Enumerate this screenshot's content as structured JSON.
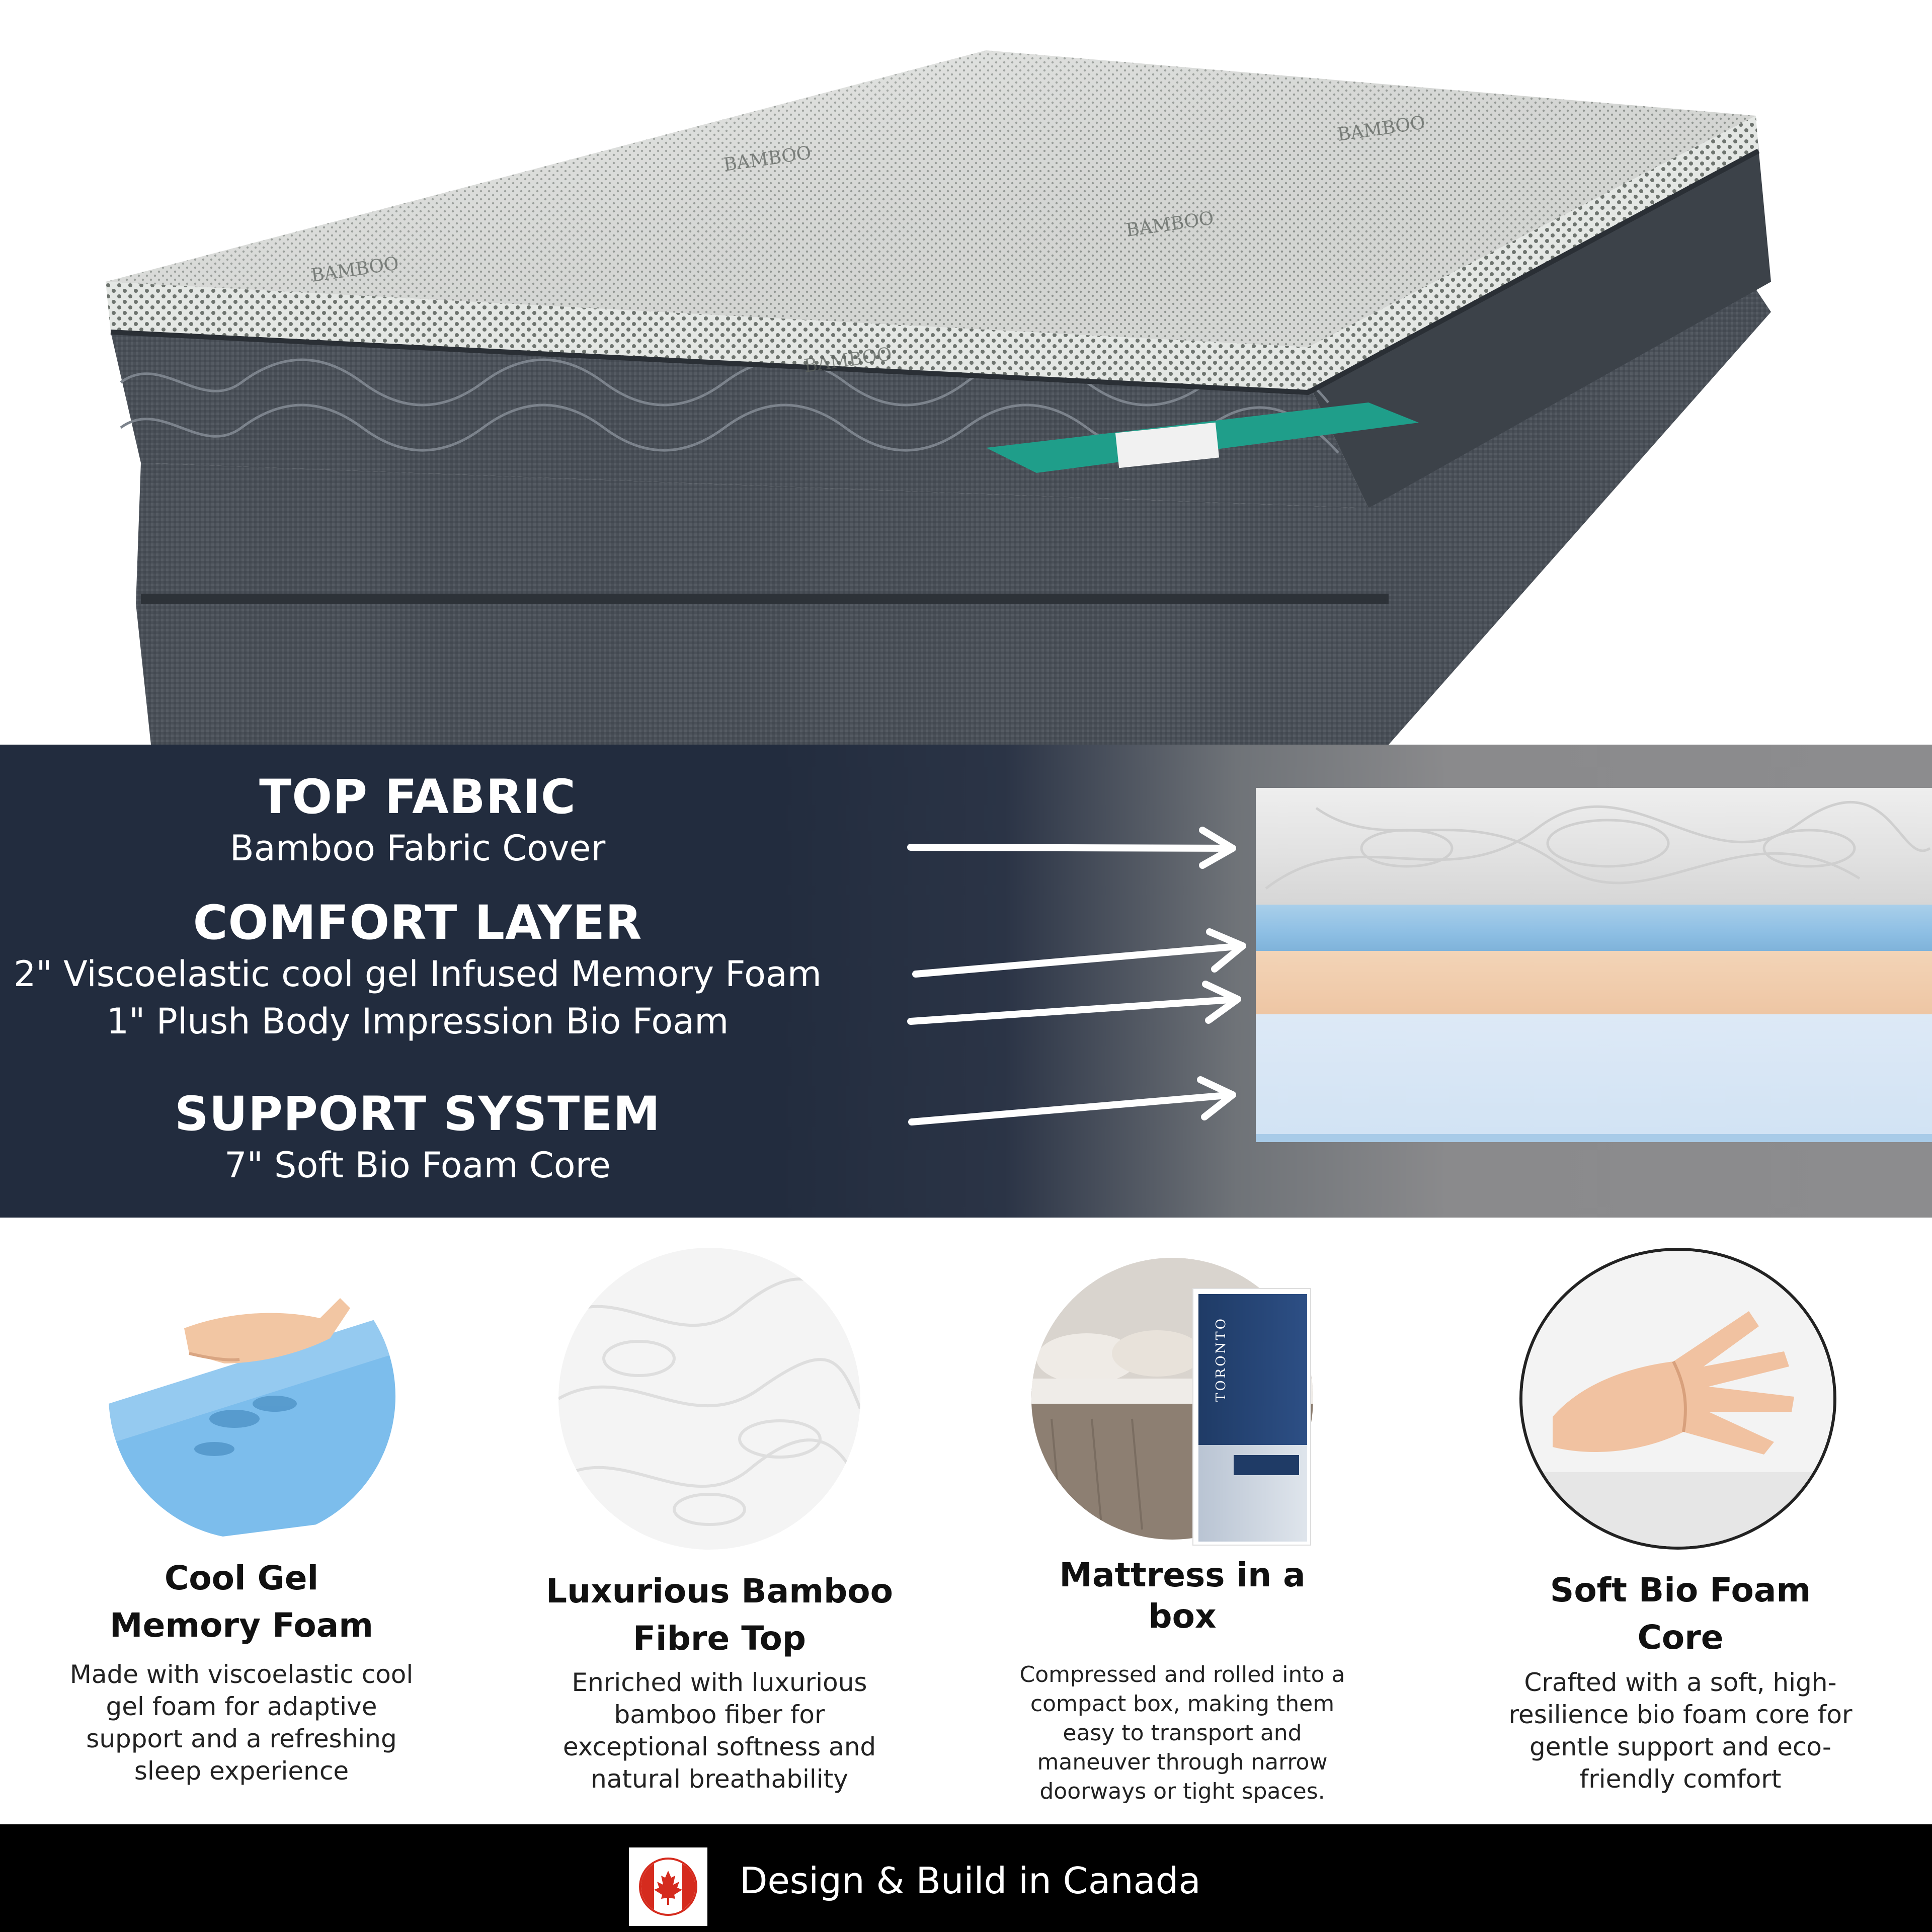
{
  "layers": {
    "top_fabric": {
      "title": "TOP FABRIC",
      "desc": "Bamboo Fabric Cover"
    },
    "comfort_layer": {
      "title": "COMFORT LAYER",
      "desc_1": "2\" Viscoelastic cool gel Infused Memory Foam",
      "desc_2": "1\" Plush Body Impression Bio Foam"
    },
    "support_system": {
      "title": "SUPPORT SYSTEM",
      "desc": "7\" Soft Bio Foam Core"
    }
  },
  "features": [
    {
      "title_line_1": "Cool Gel",
      "title_line_2": "Memory Foam",
      "desc": [
        "Made with viscoelastic cool",
        "gel foam for adaptive",
        "support and a refreshing",
        "sleep experience"
      ]
    },
    {
      "title_line_1": "Luxurious Bamboo",
      "title_line_2": "Fibre Top",
      "desc": [
        "Enriched with luxurious",
        "bamboo fiber for",
        "exceptional softness and",
        "natural breathability"
      ]
    },
    {
      "title_line_1": "Mattress in a",
      "title_line_2": "box",
      "box_label": "TORONTO",
      "desc": [
        "Compressed and rolled into a",
        "compact box, making them",
        "easy to transport and",
        "maneuver through narrow",
        "doorways or tight spaces."
      ]
    },
    {
      "title_line_1": "Soft Bio Foam",
      "title_line_2": "Core",
      "desc": [
        "Crafted with a soft, high-",
        "resilience bio foam core for",
        "gentle support and eco-",
        "friendly comfort"
      ]
    }
  ],
  "footer": {
    "text": "Design & Build in Canada",
    "flag_icon": "canada-flag-icon"
  },
  "mattress_fabric_text": "BAMBOO",
  "colors": {
    "navy": "#222c3e",
    "footer_bg": "#000000",
    "gel_blue": "#8ebfe4",
    "bio_peach": "#eec6a4",
    "core_blue": "#d2e3f4",
    "canada_red": "#d52b1e",
    "label_teal": "#1f9e8a"
  }
}
